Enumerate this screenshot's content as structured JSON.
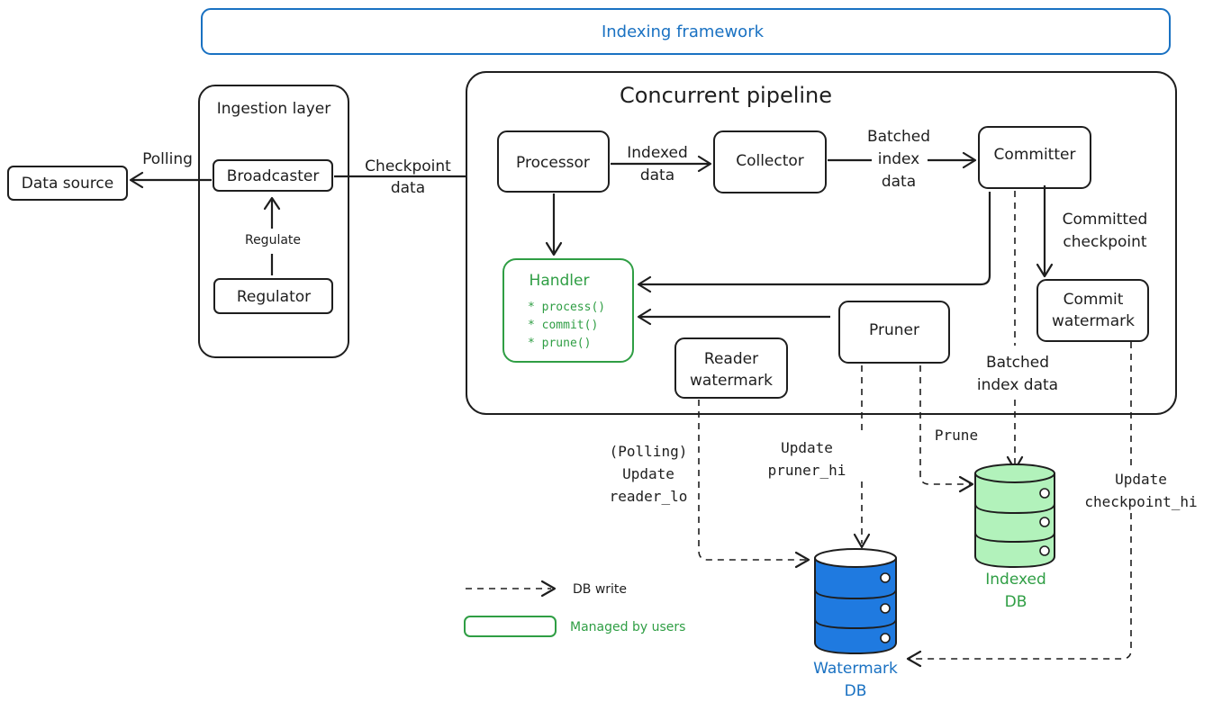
{
  "framework": {
    "title": "Indexing framework"
  },
  "ingestion": {
    "title": "Ingestion layer",
    "broadcaster": "Broadcaster",
    "regulator": "Regulator",
    "regulate_label": "Regulate"
  },
  "data_source": {
    "label": "Data source",
    "polling_label": "Polling"
  },
  "checkpoint_label": [
    "Checkpoint",
    "data"
  ],
  "pipeline": {
    "title": "Concurrent pipeline",
    "processor": "Processor",
    "collector": "Collector",
    "committer": "Committer",
    "pruner": "Pruner",
    "reader_watermark": [
      "Reader",
      "watermark"
    ],
    "commit_watermark": [
      "Commit",
      "watermark"
    ],
    "indexed_data_label": [
      "Indexed",
      "data"
    ],
    "batched_label": [
      "Batched",
      "index",
      "data"
    ],
    "committed_label": [
      "Committed",
      "checkpoint"
    ],
    "handler": {
      "title": "Handler",
      "methods": [
        "* process()",
        "* commit()",
        "* prune()"
      ]
    }
  },
  "edges": {
    "batched_index_data": [
      "Batched",
      "index data"
    ],
    "polling_reader": [
      "(Polling)",
      "Update",
      "reader_lo"
    ],
    "update_pruner": [
      "Update",
      "pruner_hi"
    ],
    "prune": "Prune",
    "update_checkpoint": [
      "Update",
      "checkpoint_hi"
    ]
  },
  "databases": {
    "watermark": [
      "Watermark",
      "DB"
    ],
    "indexed": [
      "Indexed",
      "DB"
    ]
  },
  "legend": {
    "db_write": "DB write",
    "managed_by_users": "Managed by users"
  },
  "colors": {
    "ink": "#1e1e1e",
    "framework_blue": "#1971c2",
    "user_green": "#2f9e44",
    "watermark_db_fill": "#1f7ae0",
    "indexed_db_fill": "#b2f2bb"
  }
}
